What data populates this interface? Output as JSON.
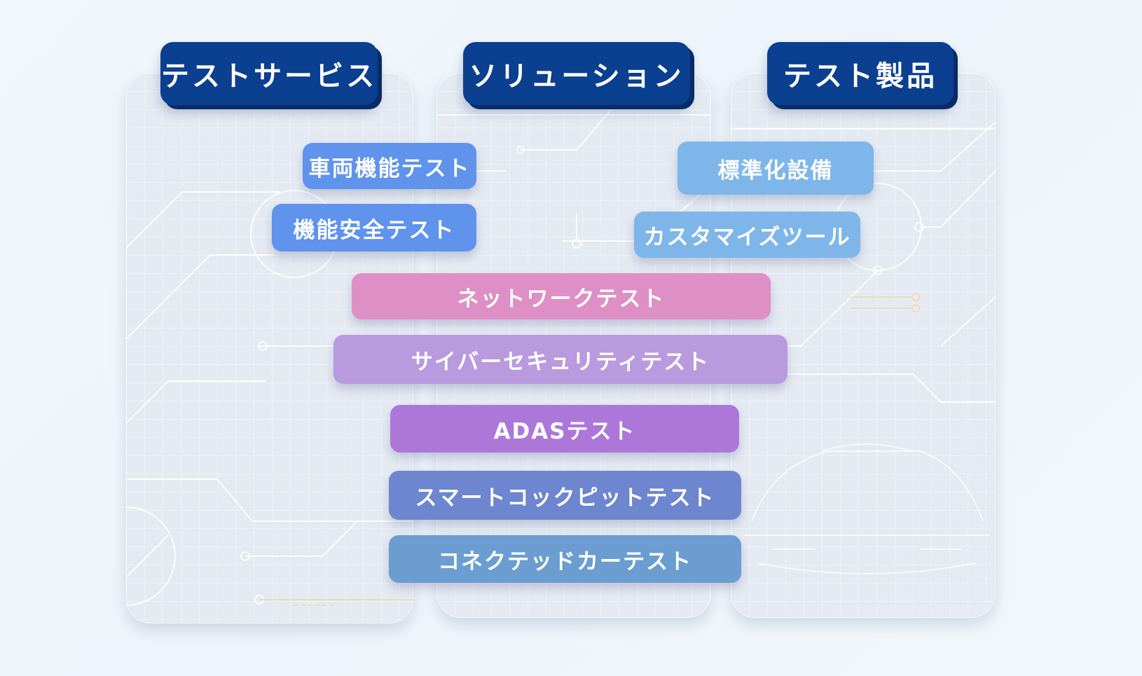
{
  "columns": [
    {
      "title": "テストサービス"
    },
    {
      "title": "ソリューション"
    },
    {
      "title": "テスト製品"
    }
  ],
  "tags": {
    "vehicle_function": "車両機能テスト",
    "functional_safety": "機能安全テスト",
    "standardized_equipment": "標準化設備",
    "custom_tools": "カスタマイズツール",
    "network": "ネットワークテスト",
    "cybersecurity": "サイバーセキュリティテスト",
    "adas": "ADASテスト",
    "smart_cockpit": "スマートコックピットテスト",
    "connected_car": "コネクテッドカーテスト"
  },
  "colors": {
    "header": "#0b3f8f",
    "vehicle_function": "#5f93ec",
    "standardized_equipment": "#7eb6ea",
    "network": "#de8fc6",
    "cybersecurity": "#b99ade",
    "adas": "#ac77d9",
    "smart_cockpit": "#6d86cf",
    "connected_car": "#6b9dd0"
  }
}
